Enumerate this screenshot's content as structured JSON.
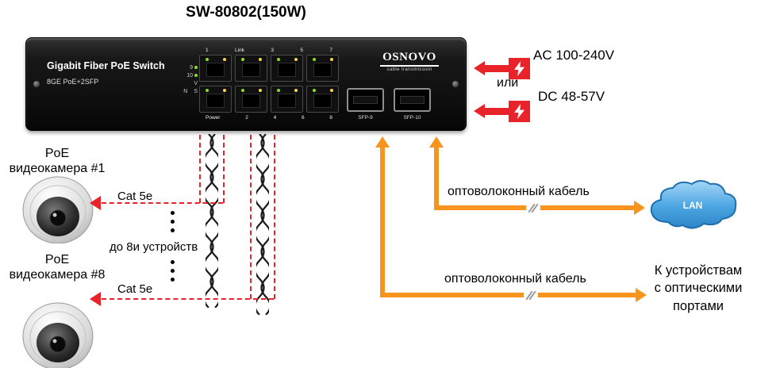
{
  "title": "SW-80802(150W)",
  "switch": {
    "product_line": "Gigabit Fiber PoE Switch",
    "ports_spec": "8GE PoE+2SFP",
    "brand": "OSNOVO",
    "brand_subtitle": "cable transmission",
    "port_labels_top": [
      "1",
      "Link",
      "3",
      "5",
      "7"
    ],
    "port_labels_bottom": [
      "Power",
      "2",
      "4",
      "6",
      "8"
    ],
    "led_legend": [
      "9",
      "10",
      "V",
      "N",
      "S"
    ],
    "sfp_ports": [
      "SFP-9",
      "SFP-10"
    ]
  },
  "power_inputs": {
    "ac": "AC 100-240V",
    "or": "или",
    "dc": "DC 48-57V"
  },
  "copper_side": {
    "camera1_line1": "PoE",
    "camera1_line2": "видеокамера #1",
    "camera8_line1": "PoE",
    "camera8_line2": "видеокамера #8",
    "cable1": "Cat 5e",
    "cable2": "Cat 5e",
    "range_note": "до 8и устройств"
  },
  "fiber_side": {
    "label_top": "оптоволоконный кабель",
    "label_bottom": "оптоволоконный кабель",
    "lan": "LAN",
    "devices_line1": "К устройствам",
    "devices_line2": "с оптическими",
    "devices_line3": "портами"
  },
  "colors": {
    "red": "#e8232a",
    "orange": "#f7941d",
    "cloud_blue": "#3fa0e0"
  }
}
